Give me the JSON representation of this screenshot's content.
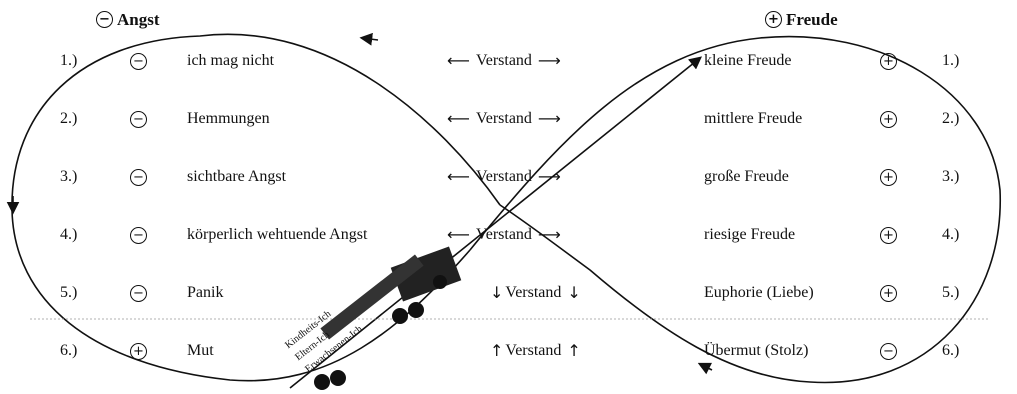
{
  "left_header": {
    "sign": "−",
    "label": "Angst"
  },
  "right_header": {
    "sign": "+",
    "label": "Freude"
  },
  "rows": [
    {
      "left_num": "1.)",
      "left_sign": "−",
      "left_label": "ich mag nicht",
      "mid_left_arrow": "⟵",
      "mid_label": "Verstand",
      "mid_right_arrow": "⟶",
      "right_label": "kleine Freude",
      "right_sign": "+",
      "right_num": "1.)"
    },
    {
      "left_num": "2.)",
      "left_sign": "−",
      "left_label": "Hemmungen",
      "mid_left_arrow": "⟵",
      "mid_label": "Verstand",
      "mid_right_arrow": "⟶",
      "right_label": "mittlere Freude",
      "right_sign": "+",
      "right_num": "2.)"
    },
    {
      "left_num": "3.)",
      "left_sign": "−",
      "left_label": "sichtbare Angst",
      "mid_left_arrow": "⟵",
      "mid_label": "Verstand",
      "mid_right_arrow": "⟶",
      "right_label": "große Freude",
      "right_sign": "+",
      "right_num": "3.)"
    },
    {
      "left_num": "4.)",
      "left_sign": "−",
      "left_label": "körperlich wehtuende Angst",
      "mid_left_arrow": "⟵",
      "mid_label": "Verstand",
      "mid_right_arrow": "⟶",
      "right_label": "riesige Freude",
      "right_sign": "+",
      "right_num": "4.)"
    },
    {
      "left_num": "5.)",
      "left_sign": "−",
      "left_label": "Panik",
      "mid_left_arrow": "↓",
      "mid_label": "Verstand",
      "mid_right_arrow": "↓",
      "right_label": "Euphorie (Liebe)",
      "right_sign": "+",
      "right_num": "5.)"
    },
    {
      "left_num": "6.)",
      "left_sign": "+",
      "left_label": "Mut",
      "mid_left_arrow": "↑",
      "mid_label": "Verstand",
      "mid_right_arrow": "↑",
      "right_label": "Übermut (Stolz)",
      "right_sign": "−",
      "right_num": "6.)"
    }
  ],
  "truck_labels": [
    "Kindheits-Ich",
    "Eltern-Ich",
    "Erwachsenen-Ich"
  ]
}
